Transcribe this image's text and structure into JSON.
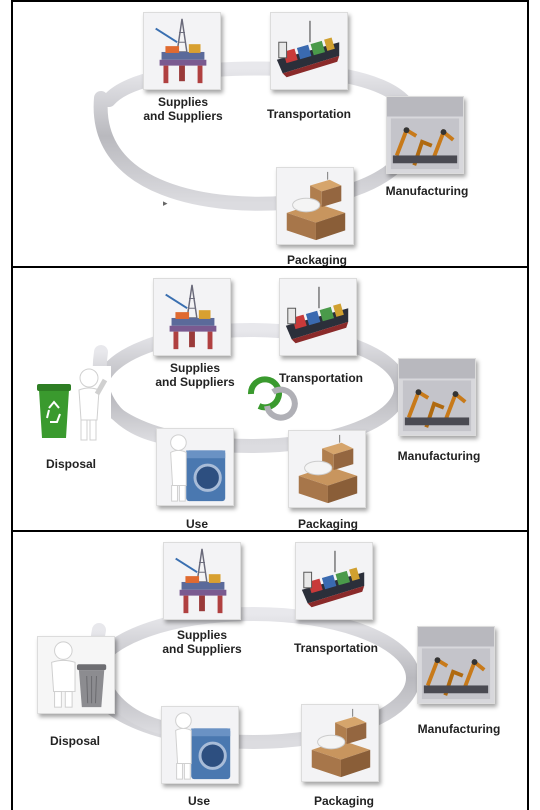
{
  "stages": {
    "supplies": {
      "line1": "Supplies",
      "line2": "and Suppliers",
      "icon": "oil-rig-icon"
    },
    "transportation": {
      "label": "Transportation",
      "icon": "cargo-ship-icon"
    },
    "manufacturing": {
      "label": "Manufacturing",
      "icon": "robotic-assembly-icon"
    },
    "packaging": {
      "label": "Packaging",
      "icon": "cardboard-boxes-icon"
    },
    "use": {
      "label": "Use",
      "icon": "washing-machine-icon"
    },
    "disposal": {
      "label": "Disposal",
      "icon": "recycle-bin-icon"
    }
  },
  "colors": {
    "ring": "#c8c8cc",
    "recycle_green": "#3a9a2e",
    "washer_blue": "#4a78b0",
    "box_brown": "#a7764a"
  }
}
